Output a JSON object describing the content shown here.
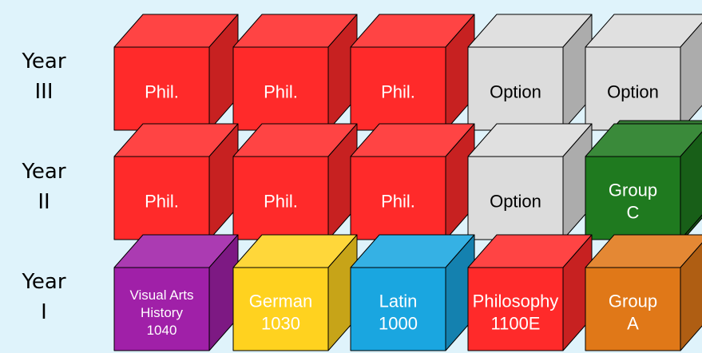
{
  "rows": [
    {
      "label_lines": [
        "Year",
        "III"
      ],
      "cubes": [
        {
          "lines": [
            "Phil."
          ],
          "color": "#ff2a2a",
          "text_color": "#ffffff"
        },
        {
          "lines": [
            "Phil."
          ],
          "color": "#ff2a2a",
          "text_color": "#ffffff"
        },
        {
          "lines": [
            "Phil."
          ],
          "color": "#ff2a2a",
          "text_color": "#ffffff"
        },
        {
          "lines": [
            "Option"
          ],
          "color": "#dcdcdc",
          "text_color": "#000000"
        },
        {
          "lines": [
            "Option"
          ],
          "color": "#dcdcdc",
          "text_color": "#000000"
        }
      ]
    },
    {
      "label_lines": [
        "Year",
        "II"
      ],
      "cubes": [
        {
          "lines": [
            "Phil."
          ],
          "color": "#ff2a2a",
          "text_color": "#ffffff"
        },
        {
          "lines": [
            "Phil."
          ],
          "color": "#ff2a2a",
          "text_color": "#ffffff"
        },
        {
          "lines": [
            "Phil."
          ],
          "color": "#ff2a2a",
          "text_color": "#ffffff"
        },
        {
          "lines": [
            "Option"
          ],
          "color": "#dcdcdc",
          "text_color": "#000000"
        },
        {
          "lines": [
            "Group",
            "C"
          ],
          "color": "#1f7a1f",
          "text_color": "#ffffff",
          "stacked": true
        }
      ]
    },
    {
      "label_lines": [
        "Year",
        "I"
      ],
      "cubes": [
        {
          "lines": [
            "Visual Arts",
            "History",
            "1040"
          ],
          "color": "#a020a8",
          "text_color": "#ffffff"
        },
        {
          "lines": [
            "German",
            "1030"
          ],
          "color": "#ffd21f",
          "text_color": "#ffffff"
        },
        {
          "lines": [
            "Latin",
            "1000"
          ],
          "color": "#1aa6e0",
          "text_color": "#ffffff"
        },
        {
          "lines": [
            "Philosophy",
            "1100E"
          ],
          "color": "#ff2a2a",
          "text_color": "#ffffff"
        },
        {
          "lines": [
            "Group",
            "A"
          ],
          "color": "#e07818",
          "text_color": "#ffffff"
        }
      ]
    }
  ]
}
